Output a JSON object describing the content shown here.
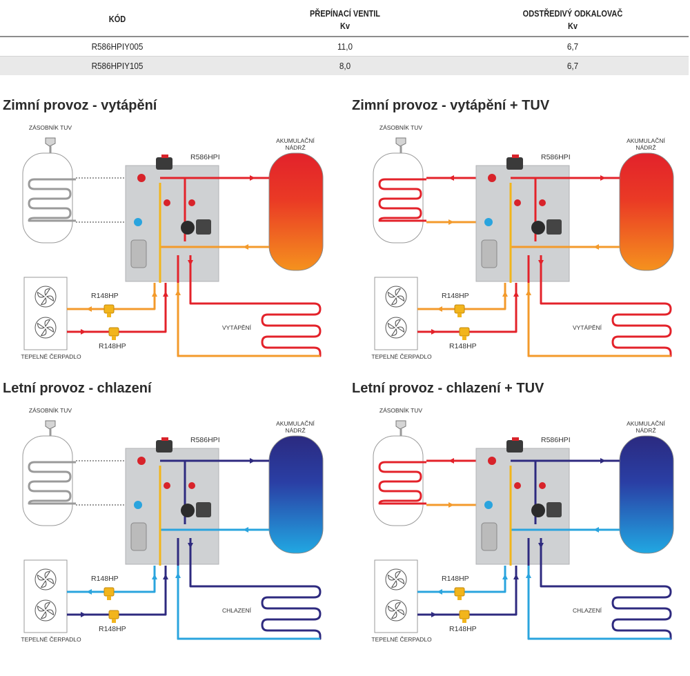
{
  "table": {
    "headers": [
      {
        "line1": "KÓD",
        "line2": ""
      },
      {
        "line1": "PŘEPÍNACÍ VENTIL",
        "line2": "Kv"
      },
      {
        "line1": "ODSTŘEDIVÝ ODKALOVAČ",
        "line2": "Kv"
      }
    ],
    "rows": [
      {
        "code": "R586HPIY005",
        "valve_kv": "11,0",
        "separator_kv": "6,7"
      },
      {
        "code": "R586HPIY105",
        "valve_kv": "8,0",
        "separator_kv": "6,7"
      }
    ]
  },
  "diagrams": [
    {
      "title": "Zimní provoz - vytápění",
      "mode": "winter",
      "tuv": false,
      "labels": {
        "tank_tuv": "ZÁSOBNÍK TUV",
        "accum_line1": "AKUMULAČNÍ",
        "accum_line2": "NÁDRŽ",
        "unit": "R586HPI",
        "valve_top": "R148HP",
        "valve_bottom": "R148HP",
        "heat_pump": "TEPELNÉ ČERPADLO",
        "circuit": "VYTÁPĚNÍ"
      }
    },
    {
      "title": "Zimní provoz - vytápění + TUV",
      "mode": "winter",
      "tuv": true,
      "labels": {
        "tank_tuv": "ZÁSOBNÍK TUV",
        "accum_line1": "AKUMULAČNÍ",
        "accum_line2": "NÁDRŽ",
        "unit": "R586HPI",
        "valve_top": "R148HP",
        "valve_bottom": "R148HP",
        "heat_pump": "TEPELNÉ ČERPADLO",
        "circuit": "VYTÁPĚNÍ"
      }
    },
    {
      "title": "Letní provoz - chlazení",
      "mode": "summer",
      "tuv": false,
      "labels": {
        "tank_tuv": "ZÁSOBNÍK TUV",
        "accum_line1": "AKUMULAČNÍ",
        "accum_line2": "NÁDRŽ",
        "unit": "R586HPI",
        "valve_top": "R148HP",
        "valve_bottom": "R148HP",
        "heat_pump": "TEPELNÉ ČERPADLO",
        "circuit": "CHLAZENÍ"
      }
    },
    {
      "title": "Letní provoz - chlazení + TUV",
      "mode": "summer",
      "tuv": true,
      "labels": {
        "tank_tuv": "ZÁSOBNÍK TUV",
        "accum_line1": "AKUMULAČNÍ",
        "accum_line2": "NÁDRŽ",
        "unit": "R586HPI",
        "valve_top": "R148HP",
        "valve_bottom": "R148HP",
        "heat_pump": "TEPELNÉ ČERPADLO",
        "circuit": "CHLAZENÍ"
      }
    }
  ],
  "colors": {
    "hot": "#e3222a",
    "warm": "#f39a2b",
    "cold_dark": "#2e2a7f",
    "cold_light": "#2aa4de",
    "panel": "#cfd1d3",
    "brass": "#f2b51c"
  }
}
